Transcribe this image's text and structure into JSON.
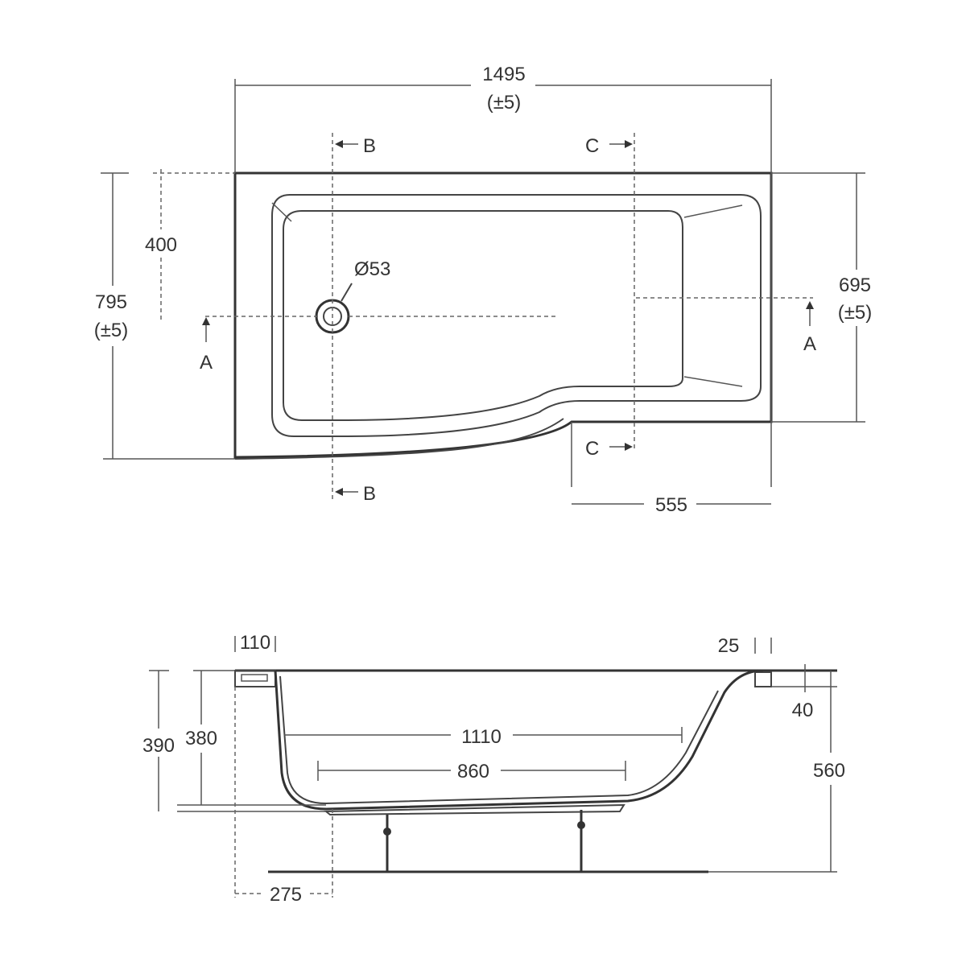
{
  "plan_view": {
    "overall_length": "1495",
    "overall_length_tol": "(±5)",
    "section_b_top": "B",
    "section_b_bottom": "B",
    "section_c_top": "C",
    "section_c_bottom": "C",
    "waste_offset": "400",
    "overall_width": "795",
    "overall_width_tol": "(±5)",
    "waste_diameter": "Ø53",
    "section_a_left": "A",
    "section_a_right": "A",
    "narrow_width": "695",
    "narrow_width_tol": "(±5)",
    "narrow_length": "555"
  },
  "section_view": {
    "rim_left": "110",
    "rim_right": "25",
    "rim_thickness": "40",
    "height_390": "390",
    "height_380": "380",
    "top_length": "1110",
    "bottom_length": "860",
    "total_height": "560",
    "waste_offset": "275"
  }
}
